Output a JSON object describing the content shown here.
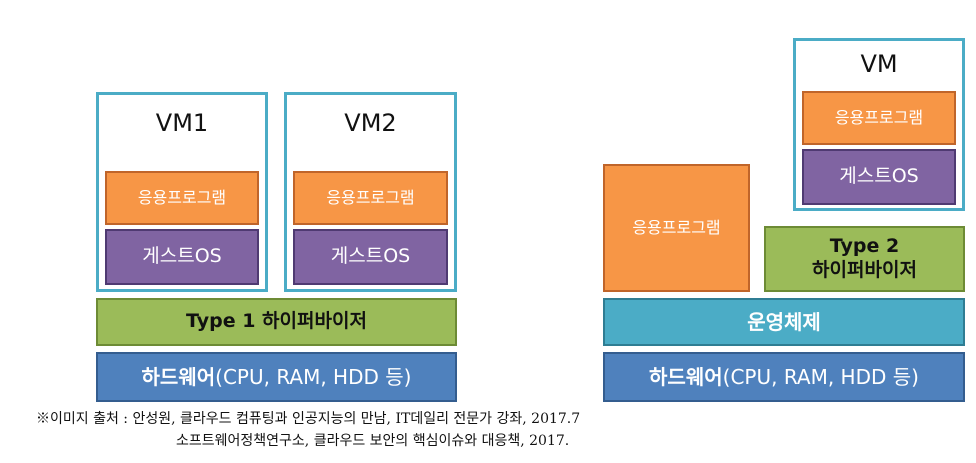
{
  "type1": {
    "vm1": {
      "title": "VM1",
      "app": "응용프로그램",
      "os": "게스트OS"
    },
    "vm2": {
      "title": "VM2",
      "app": "응용프로그램",
      "os": "게스트OS"
    },
    "hypervisor": "Type 1 하이퍼바이저",
    "hardware": {
      "bold": "하드웨어",
      "rest": "(CPU, RAM, HDD 등)"
    }
  },
  "type2": {
    "vm": {
      "title": "VM",
      "app": "응용프로그램",
      "os": "게스트OS"
    },
    "host_app": "응용프로그램",
    "hypervisor": {
      "line1": "Type 2",
      "line2": "하이퍼바이저"
    },
    "os": "운영체제",
    "hardware": {
      "bold": "하드웨어",
      "rest": "(CPU, RAM, HDD 등)"
    }
  },
  "source": {
    "line1": "※이미지 출처 : 안성원, 클라우드 컴퓨팅과 인공지능의 만남, IT데일리 전문가 강좌, 2017.7",
    "line2": "소프트웨어정책연구소, 클라우드 보안의 핵심이슈와 대응책, 2017."
  },
  "colors": {
    "vm_frame": "#4bacc6",
    "app": "#f79646",
    "guest_os": "#8064a2",
    "hypervisor": "#9bbb59",
    "host_os": "#4bacc6",
    "hardware": "#4f81bd"
  }
}
